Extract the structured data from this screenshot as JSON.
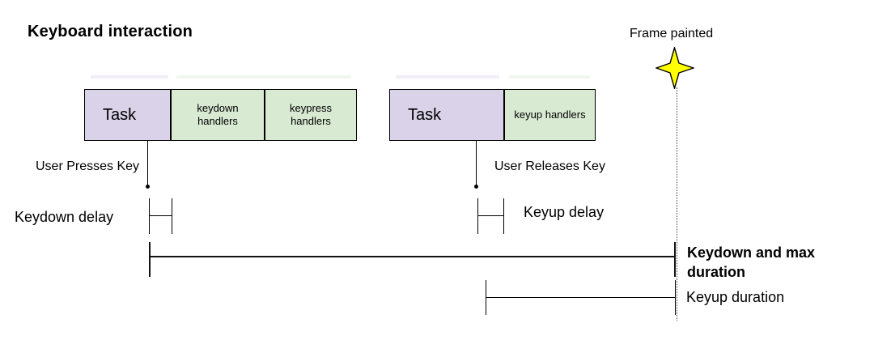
{
  "title": "Keyboard interaction",
  "frame": {
    "label": "Frame painted",
    "star_color": "#ffff00"
  },
  "colors": {
    "task_fill": "#d9d2e9",
    "handler_fill": "#d9ead3"
  },
  "bars": [
    {
      "segments": [
        {
          "kind": "task",
          "label": "Task"
        },
        {
          "kind": "handler",
          "label": "keydown\nhandlers"
        },
        {
          "kind": "handler",
          "label": "keypress\nhandlers"
        }
      ]
    },
    {
      "segments": [
        {
          "kind": "task",
          "label": "Task"
        },
        {
          "kind": "handler",
          "label": "keyup handlers"
        }
      ]
    }
  ],
  "events": {
    "press": "User Presses Key",
    "release": "User Releases Key"
  },
  "measurements": {
    "keydown_delay": "Keydown delay",
    "keyup_delay": "Keyup delay",
    "keydown_max_duration": "Keydown and max duration",
    "keyup_duration": "Keyup duration"
  }
}
